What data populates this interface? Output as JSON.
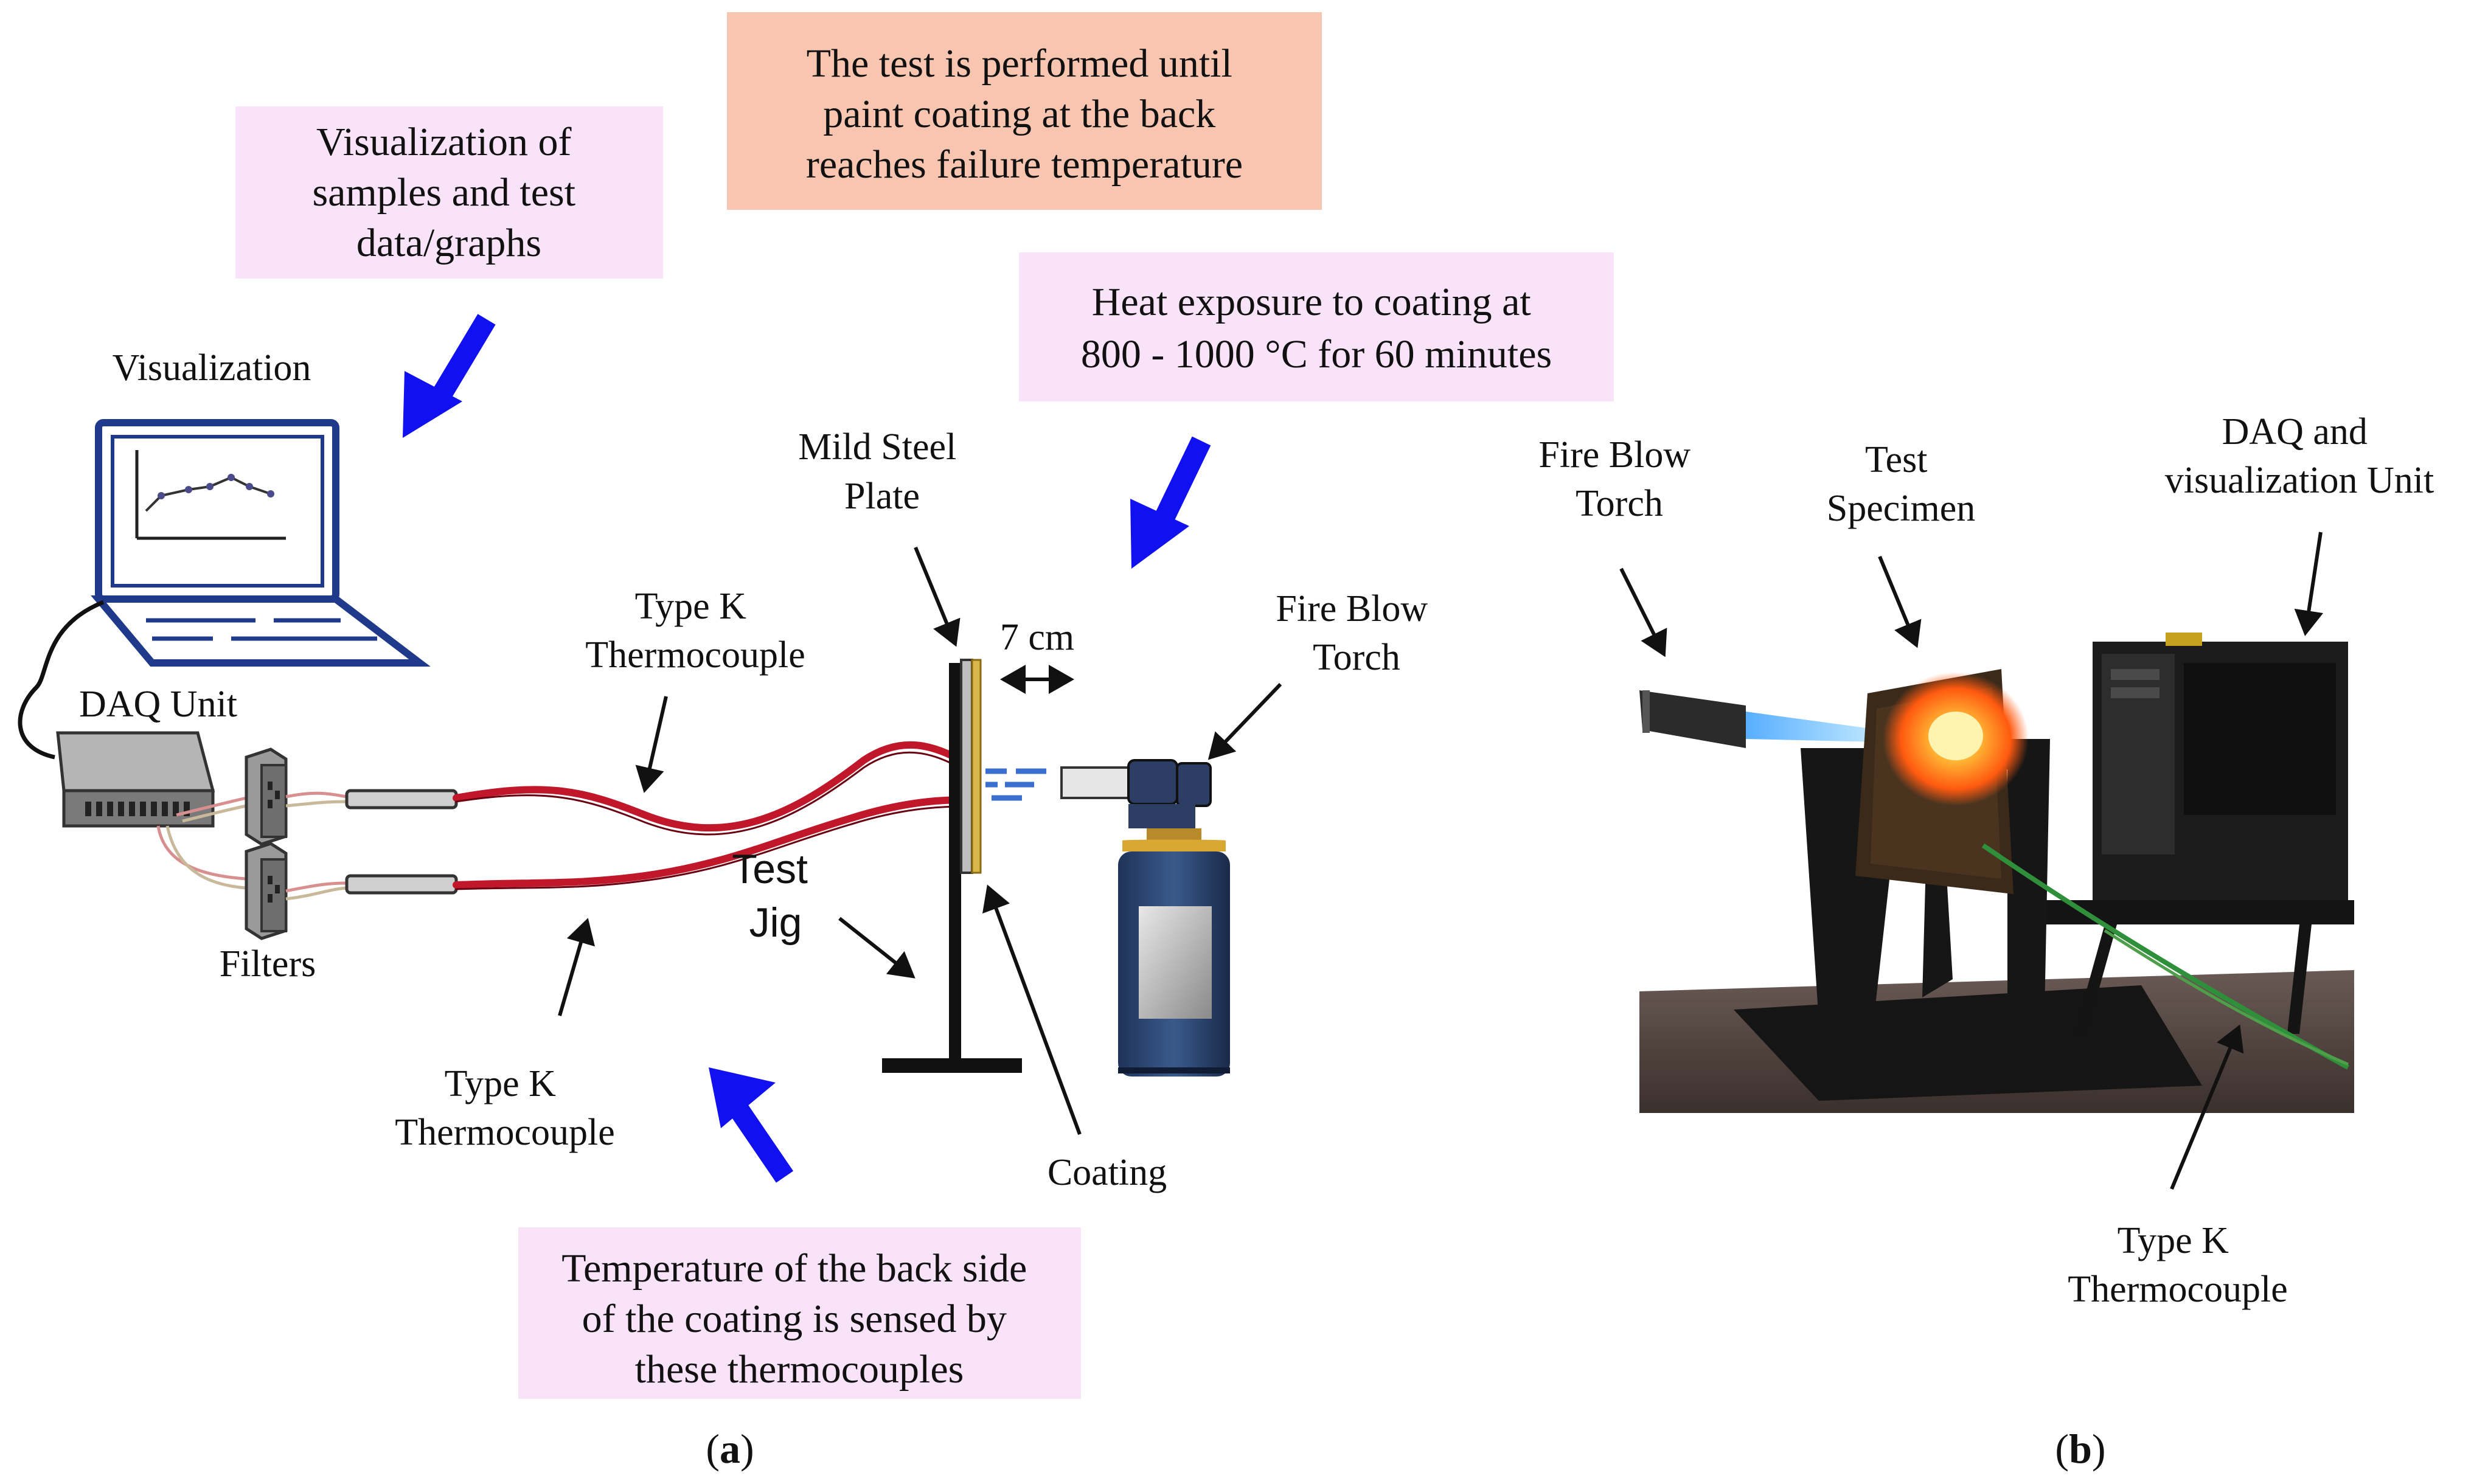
{
  "colors": {
    "callout_pink": "#f9e3f8",
    "callout_salmon": "#f8c6b0",
    "blue_arrow": "#1010f0",
    "wire_red": "#c0182a",
    "coating_gold": "#d9b64a",
    "photo_flame": "#ff7a1a"
  },
  "callouts": {
    "visualization_note": [
      "Visualization of",
      "samples and test",
      "data/graphs"
    ],
    "test_duration": [
      "The test is performed until",
      "paint coating at the back",
      "reaches failure temperature"
    ],
    "heat_exposure": [
      "Heat exposure to coating at",
      "800 - 1000 °C for 60 minutes"
    ],
    "back_temperature": [
      "Temperature of the back side",
      "of the coating is sensed by",
      "these thermocouples"
    ]
  },
  "labels_a": {
    "visualization": "Visualization",
    "daq_unit": "DAQ Unit",
    "filters": "Filters",
    "thermocouple_top": [
      "Type K",
      "Thermocouple"
    ],
    "thermocouple_bottom": [
      "Type K",
      "Thermocouple"
    ],
    "mild_steel": [
      "Mild Steel",
      "Plate"
    ],
    "distance": "7 cm",
    "fire_torch": [
      "Fire Blow",
      "Torch"
    ],
    "test_jig": [
      "Test",
      "Jig"
    ],
    "coating": "Coating"
  },
  "labels_b": {
    "fire_torch": [
      "Fire Blow",
      "Torch"
    ],
    "test_specimen": [
      "Test",
      "Specimen"
    ],
    "daq_vis": [
      "DAQ and",
      "visualization Unit"
    ],
    "thermocouple": [
      "Type K",
      "Thermocouple"
    ]
  },
  "panel_letters": {
    "a": "a",
    "b": "b"
  },
  "icons": [
    "laptop-icon",
    "daq-unit-icon",
    "filter-icon",
    "gas-canister-icon",
    "blow-torch-icon"
  ]
}
